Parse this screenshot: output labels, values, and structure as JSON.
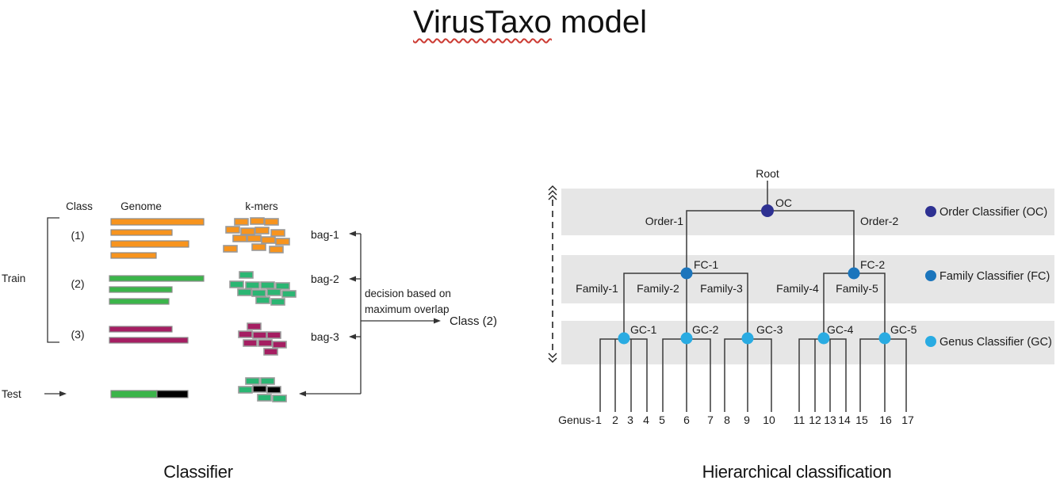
{
  "title": {
    "highlighted": "VirusTaxo",
    "rest": " model"
  },
  "colors": {
    "orange": "#F7941E",
    "green-bar": "#3BB54A",
    "green-tile": "#2BB673",
    "magenta": "#A51E62",
    "navy": "#2E3192",
    "blue": "#1B75BC",
    "sky": "#29ABE2",
    "band": "#E6E6E6",
    "line-dark": "#3A3A3A",
    "tile-stroke": "#9A9A9A",
    "black": "#000000",
    "squiggle": "#CC3B33"
  },
  "classifier": {
    "caption": "Classifier",
    "headers": {
      "class": "Class",
      "genome": "Genome",
      "kmers": "k-mers"
    },
    "train_label": "Train",
    "test_label": "Test",
    "classes": [
      "(1)",
      "(2)",
      "(3)"
    ],
    "bags": [
      "bag-1",
      "bag-2",
      "bag-3"
    ],
    "decision_line1": "decision based on",
    "decision_line2": "maximum overlap",
    "output_label": "Class (2)"
  },
  "hierarchy": {
    "caption": "Hierarchical classification",
    "root_label": "Root",
    "oc_label": "OC",
    "orders": [
      "Order-1",
      "Order-2"
    ],
    "fc_labels": [
      "FC-1",
      "FC-2"
    ],
    "families": [
      "Family-1",
      "Family-2",
      "Family-3",
      "Family-4",
      "Family-5"
    ],
    "gc_labels": [
      "GC-1",
      "GC-2",
      "GC-3",
      "GC-4",
      "GC-5"
    ],
    "genus_prefix": "Genus-",
    "genus_numbers": [
      "1",
      "2",
      "3",
      "4",
      "5",
      "6",
      "7",
      "8",
      "9",
      "10",
      "11",
      "12",
      "13",
      "14",
      "15",
      "16",
      "17"
    ],
    "legend": [
      {
        "label": "Order Classifier (OC)",
        "color": "#2E3192"
      },
      {
        "label": "Family Classifier (FC)",
        "color": "#1B75BC"
      },
      {
        "label": "Genus Classifier (GC)",
        "color": "#29ABE2"
      }
    ]
  }
}
